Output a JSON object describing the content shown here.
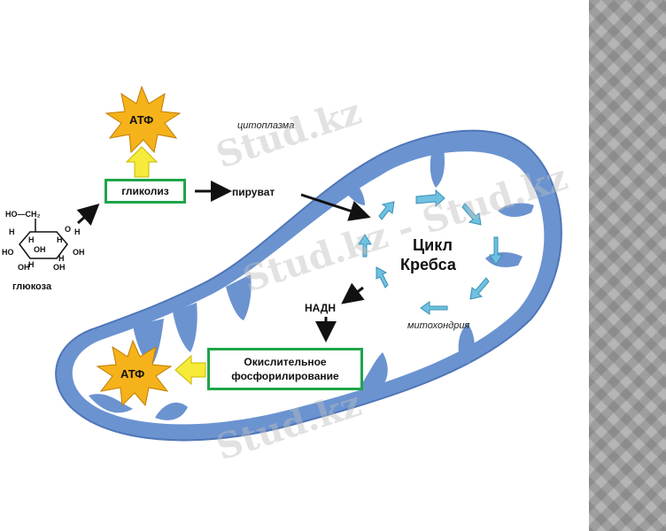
{
  "labels": {
    "atp_top": "АТФ",
    "atp_bottom": "АТФ",
    "glycolysis": "гликолиз",
    "pyruvate": "пируват",
    "cytoplasm": "цитоплазма",
    "glucose": "глюкоза",
    "krebs_line1": "Цикл",
    "krebs_line2": "Кребса",
    "nadh": "НАДН",
    "mitochondria": "митохондрия",
    "oxphos_line1": "Окислительное",
    "oxphos_line2": "фосфорилирование"
  },
  "glucose_structure": {
    "ho_ch2": "HO—CH₂",
    "o": "O",
    "h": "H",
    "oh": "OH",
    "ho": "HO"
  },
  "watermark": {
    "text1": "Stud.kz",
    "text2": "Stud.kz - Stud.kz",
    "text3": "Stud.kz"
  },
  "colors": {
    "mito_fill": "#7a9fd4",
    "mito_stroke": "#4f76b8",
    "krebs_arrow": "#6ec1e0",
    "atp_star": "#f5b21a",
    "highlight_arrow": "#f6ea3b",
    "box_border": "#1ea54a"
  }
}
